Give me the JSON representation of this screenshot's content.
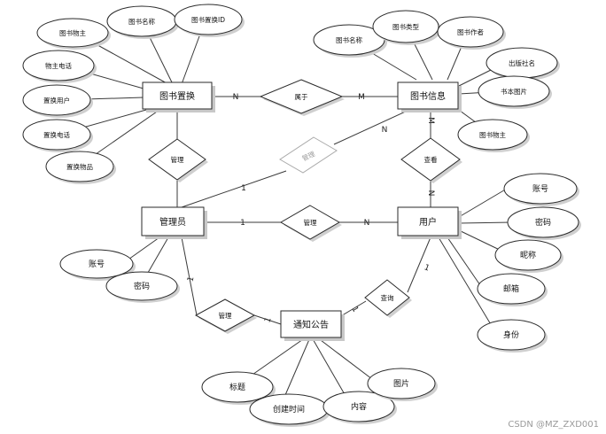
{
  "entities": {
    "book_exchange": "图书置换",
    "book_info": "图书信息",
    "admin": "管理员",
    "user": "用户",
    "notice": "通知公告"
  },
  "attributes": {
    "exchange_book_owner": "图书物主",
    "exchange_book_name": "图书名称",
    "exchange_book_id": "图书置换ID",
    "exchange_owner_phone": "物主电话",
    "exchange_user": "置换用户",
    "exchange_phone": "置换电话",
    "exchange_item": "置换物品",
    "info_book_name": "图书名称",
    "info_book_type": "图书类型",
    "info_book_author": "图书作者",
    "info_publisher": "出版社名",
    "info_picture": "书本图片",
    "info_book_owner": "图书物主",
    "admin_account": "账号",
    "admin_password": "密码",
    "user_account": "账号",
    "user_password": "密码",
    "user_nickname": "昵称",
    "user_email": "邮箱",
    "user_identity": "身份",
    "notice_title": "标题",
    "notice_created": "创建时间",
    "notice_content": "内容",
    "notice_picture": "图片"
  },
  "relationships": {
    "belongs_to": "属于",
    "manage_exchange": "管理",
    "manage_info": "管理",
    "manage_user": "管理",
    "view_info": "查看",
    "manage_notice": "管理",
    "query_notice": "查询"
  },
  "cardinalities": {
    "exchange_belongs": "N",
    "info_belongs": "M",
    "admin_manage_info": "1",
    "info_manage_admin": "N",
    "admin_manage_user": "1",
    "user_manage_admin": "N",
    "info_view": "M",
    "user_view": "N",
    "admin_manage_notice": "1",
    "notice_manage_admin": "1",
    "notice_query": "1",
    "user_query": "1"
  },
  "watermark": "CSDN @MZ_ZXD001"
}
